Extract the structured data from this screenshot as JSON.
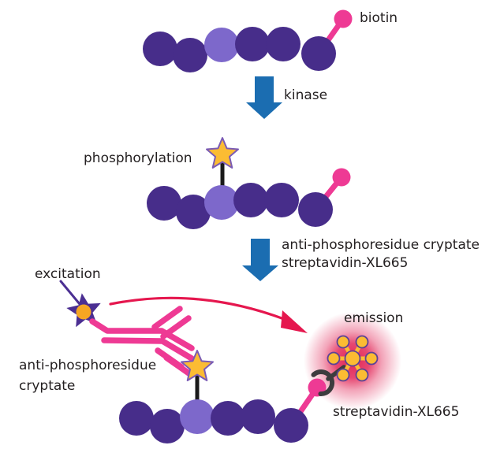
{
  "labels": {
    "biotin": "biotin",
    "kinase": "kinase",
    "phosphorylation": "phosphorylation",
    "reagents": {
      "line1": "anti-phosphoresidue cryptate",
      "line2": "streptavidin-XL665"
    },
    "excitation": "excitation",
    "cryptate": {
      "line1": "anti-phosphoresidue",
      "line2": "cryptate"
    },
    "emission": "emission",
    "streptavidin_xl665": "streptavidin-XL665"
  },
  "colors": {
    "peptide_dark": "#472d8a",
    "peptide_light": "#7d68cb",
    "pink": "#ee3a94",
    "crimson": "#e5174e",
    "arrow_blue": "#1b6db1",
    "gold": "#fbbc33",
    "orange": "#f6a623",
    "star_outline": "#7a5bb5",
    "flower_outline": "#5b4397",
    "deep_purple": "#4b2f92",
    "dark_gray": "#3d3c3e",
    "stick": "#1a1a1a",
    "text_color": "#231f20",
    "bg": "#ffffff"
  }
}
